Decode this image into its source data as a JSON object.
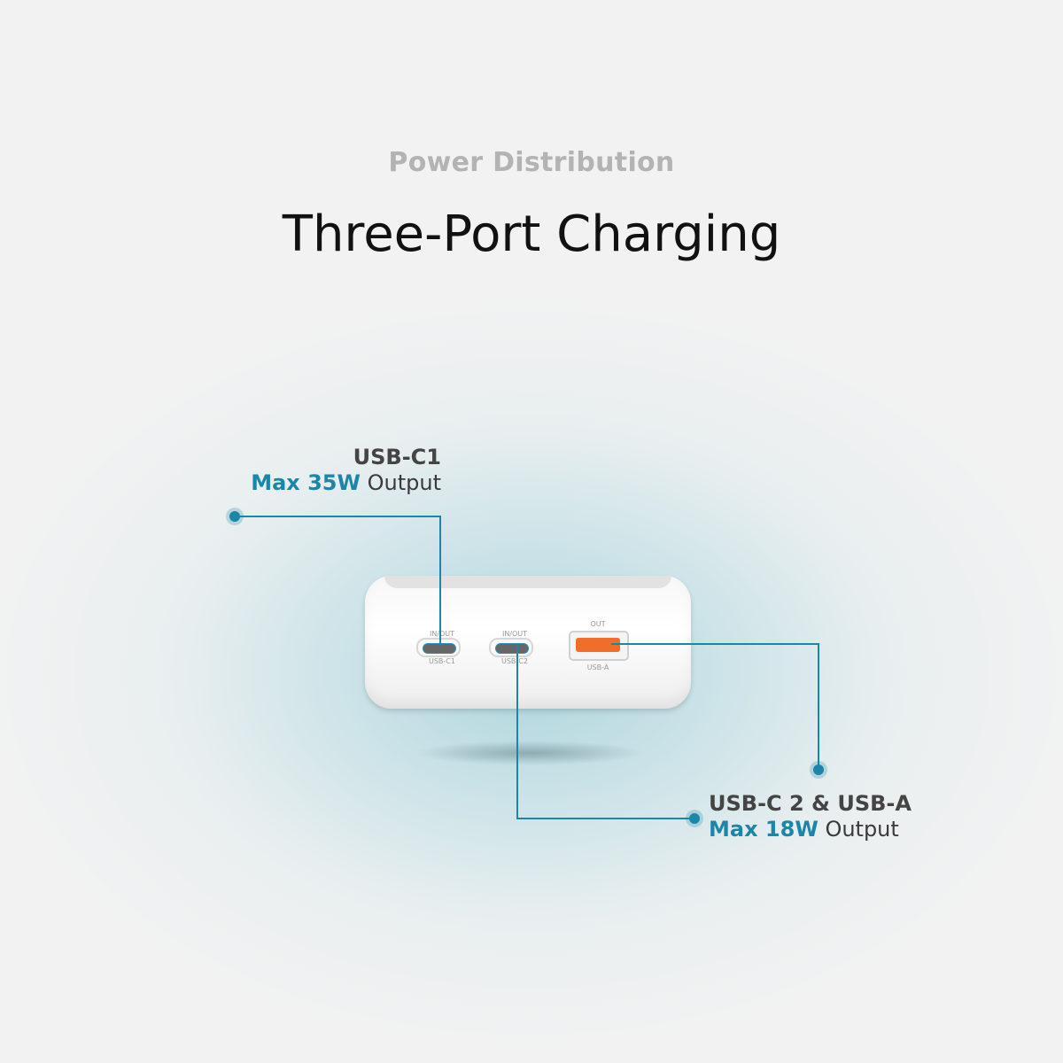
{
  "header": {
    "eyebrow": "Power Distribution",
    "title": "Three-Port Charging"
  },
  "callouts": {
    "usb_c1": {
      "port": "USB-C1",
      "max": "Max 35W",
      "suffix": "Output"
    },
    "usb_c2_a": {
      "port": "USB-C 2 & USB-A",
      "max": "Max 18W",
      "suffix": "Output"
    }
  },
  "device_labels": {
    "c1_top": "IN/OUT",
    "c1_bottom": "USB-C1",
    "c2_top": "IN/OUT",
    "c2_bottom": "USB-C2",
    "a_top": "OUT",
    "a_bottom": "USB-A"
  },
  "colors": {
    "accent": "#1b86a8",
    "usb_a_port": "#f06d2a"
  }
}
